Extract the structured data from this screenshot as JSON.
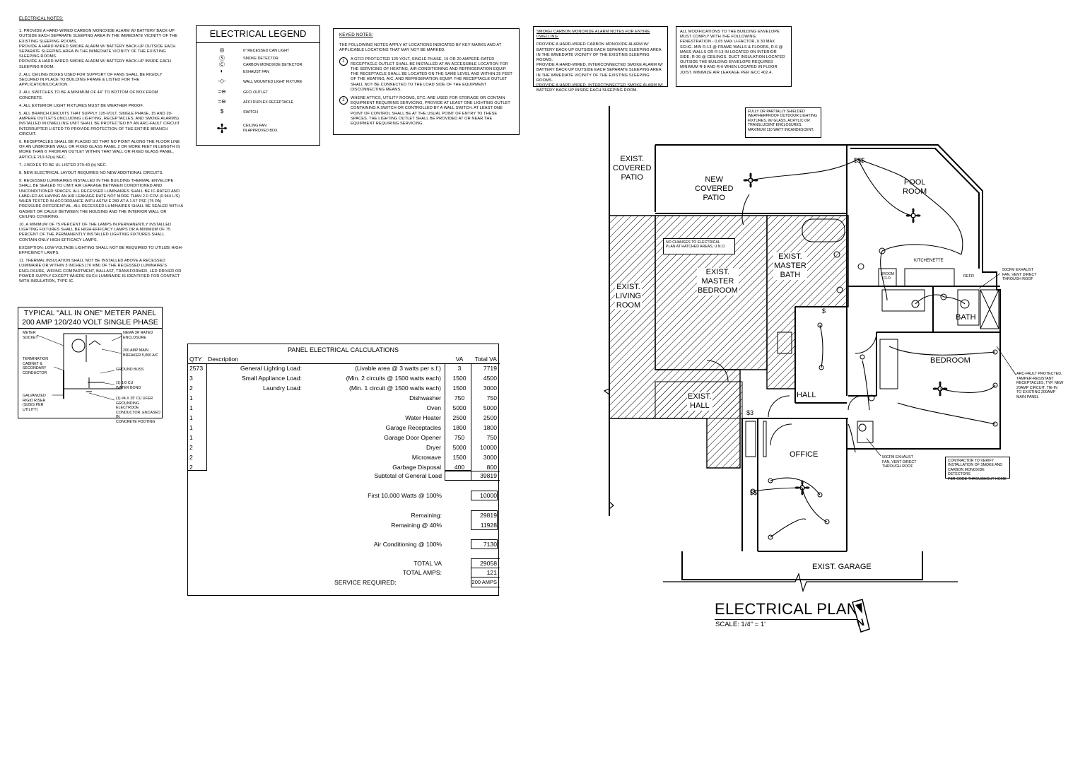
{
  "electrical_notes": {
    "header": "ELECTRICAL NOTES:",
    "items": [
      "1. PROVIDE A HARD-WIRED CARBON MONOXIDE ALARM W/ BATTERY BACK-UP OUTSIDE EACH SEPARATE SLEEPING AREA IN THE IMMEDIATE VICINITY OF THE EXISTING SLEEPING ROOMS.\nPROVIDE A HARD-WIRED SMOKE ALARM W/ BATTERY BACK-UP OUTSIDE EACH SEPARATE SLEEPING AREA IN THE IMMEDIATE VICINITY OF THE EXISTING SLEEPING ROOMS.\nPROVIDE A HARD-WIRED SMOKE ALARM W/ BATTERY BACK-UP INSIDE EACH SLEEPING ROOM.",
      "2. ALL CEILING BOXES USED FOR SUPPORT OF FANS SHALL BE RIGIDLY SECURED IN PLACE TO BUILDING FRAME & LISTED FOR THE APPLICATION/LOCATION.",
      "3. ALL SWITCHES TO BE A MINIMUM OF 44\" TO BOTTOM OF BOX FROM CONCRETE.",
      "4. ALL EXTERIOR LIGHT FIXTURES MUST BE WEATHER PROOF.",
      "5. ALL BRANCH CIRCUITS THAT SUPPLY 125-VOLT, SINGLE PHASE, 15 AND 20-AMPERE OUTLETS (INCLUDING LIGHTING, RECEPTACLES, AND SMOKE ALARMS) INSTALLED IN DWELLING UNIT SHALL BE PROTECTED BY AN ARC-FAULT CIRCUIT INTERRUPTER LISTED TO PROVIDE PROTECTION OF THE ENTIRE BRANCH CIRCUIT.",
      "6. RECEPTACLES SHALL BE PLACED SO THAT NO POINT ALONG THE FLOOR LINE OF AN UNBROKEN WALL OR FIXED GLASS PANEL 2 OR MORE FEET IN LENGTH IS MORE THAN 6' FROM AN OUTLET WITHIN THAT WALL OR FIXED GLASS PANEL, ARTICLE 210-52(a) NEC.",
      "7. J-BOXES TO BE UL LISTED 370-40 (b) NEC.",
      "8. NEW ELECTRICAL LAYOUT REQUIRES NO NEW ADDITIONAL CIRCUITS.",
      "9. RECESSED LUMINAIRES INSTALLED IN THE BUILDING THERMAL ENVELOPE SHALL BE SEALED TO LIMIT AIR LEAKAGE BETWEEN CONDITIONED AND UNCONDITIONED SPACES. ALL RECESSED LUMINAIRES SHALL BE IC-RATED AND LABELED AS HAVING AN AIR LEAKAGE RATE NOT MORE THAN 2.0 CFM (0.944 L/S) WHEN TESTED IN ACCORDANCE WITH ASTM E 283 AT A 1.57 PSF (75 PA) PRESSURE DIFFERENTIAL. ALL RECESSED LUMINAIRES SHALL BE SEALED WITH A GASKET OR CAULK BETWEEN THE HOUSING AND THE INTERIOR WALL OR CEILING COVERING.",
      "10. A MINIMUM OF 75 PERCENT OF THE LAMPS IN PERMANENTLY INSTALLED LIGHTING FIXTURES SHALL BE HIGH-EFFICACY LAMPS OR A MINIMUM OF 75 PERCENT OF THE PERMANENTLY INSTALLED LIGHTING FIXTURES SHALL CONTAIN ONLY HIGH-EFFICACY LAMPS.",
      "EXCEPTION: LOW-VOLTAGE LIGHTING SHALL NOT BE REQUIRED TO UTILIZE HIGH-EFFICIENCY LAMPS.",
      "11. THERMAL INSULATION SHALL NOT BE INSTALLED ABOVE A RECESSED LUMINAIRE OR WITHIN 3 INCHES (76 MM) OF THE RECESSED LUMINAIRE'S ENCLOSURE, WIRING COMPARTMENT, BALLAST, TRANSFORMER, LED DRIVER OR POWER SUPPLY EXCEPT WHERE SUCH LUMINAIRE IS IDENTIFIED FOR CONTACT WITH INSULATION, TYPE IC."
    ]
  },
  "legend": {
    "title": "ELECTRICAL LEGEND",
    "items": [
      {
        "symbol": "◎",
        "label": "6\" RECESSED CAN LIGHT"
      },
      {
        "symbol": "Ⓢ",
        "label": "SMOKE DETECTOR"
      },
      {
        "symbol": "Ⓒ",
        "label": "CARBON MONOXIDE DETECTOR"
      },
      {
        "symbol": "◐",
        "label": "EXHAUST FAN"
      },
      {
        "symbol": "-◇-",
        "label": "WALL MOUNTED LIGHT FIXTURE"
      },
      {
        "symbol": "=⊖",
        "label": "GFCI OUTLET"
      },
      {
        "symbol": "=⊖",
        "label": "AFCI DUPLEX RECEPTACLE"
      },
      {
        "symbol": "$",
        "label": "SWITCH"
      },
      {
        "symbol": "✢",
        "label": "CEILING FAN\nIN APPROVED BOX"
      }
    ]
  },
  "keyed_notes": {
    "header": "KEYED NOTES:",
    "intro": "THE FOLLOWING NOTES APPLY AT LOCATIONS INDICATED BY KEY MARKS AND AT APPLICABLE LOCATIONS THAT MAY NOT BE MARKED.",
    "items": [
      {
        "mark": "1",
        "text": "A GFCI PROTECTED 125-VOLT, SINGLE PHASE, 15 OR 20 AMPERE-RATED RECEPTACLE OUTLET SHALL BE INSTALLED AT AN ACCESSIBLE LOCATION FOR THE SERVICING OF HEATING, AIR-CONDITIONING AND REFRIGERATION EQUIP. THE RECEPTACLE SHALL BE LOCATED ON THE SAME LEVEL AND WITHIN 25 FEET OF THE HEATING, A/C, AND REFRIGERATION EQUIP. THE RECEPTACLE OUTLET SHALL NOT BE CONNECTED TO THE LOAD SIDE OF THE EQUIPMENT DISCONNECTING MEANS."
      },
      {
        "mark": "2",
        "text": "WHERE ATTICS, UTILITY ROOMS, ETC. ARE USED FOR STORAGE OR CONTAIN EQUIPMENT REQUIRING SERVICING, PROVIDE AT LEAST ONE LIGHTING OUTLET CONTAINING A SWITCH OR CONTROLLED BY A WALL SWITCH. AT LEAST ONE POINT OF CONTROL SHALL BE AT THE USUAL POINT OF ENTRY TO THESE SPACES. THE LIGHTING OUTLET SHALL BE PROVIDED AT OR NEAR THE EQUIPMENT REQUIRING SERVICING."
      }
    ]
  },
  "smoke_notes": {
    "header": "SMOKE/ CARBON MONOXIDE ALARM NOTES FOR ENTIRE DWELLING:",
    "text": "PROVIDE A HARD-WIRED CARBON MONOXIDE ALARM W/ BATTERY BACK-UP OUTSIDE EACH SEPARATE SLEEPING AREA IN THE IMMEDIATE VICINITY OF THE EXISTING SLEEPING ROOMS.\nPROVIDE A HARD-WIRED, INTERCONNECTED SMOKE ALARM W/ BATTERY BACK-UP OUTSIDE EACH SEPARATE SLEEPING AREA IN THE IMMEDIATE VICINITY OF THE EXISTING SLEEPING ROOMS.\nPROVIDE A HARD-WIRED, INTERCONNECTED SMOKE ALARM W/ BATTERY BACK-UP INSIDE EACH SLEEPING ROOM."
  },
  "envelope_note": "ALL MODIFICATIONS TO THE BUILDING ENVELOPE MUST COMPLY WITH THE FOLLOWING: FENESTRATION - 0.65 MAX U-FACTOR, 0.30 MAX SCHG. MIN R-13 @ FRAME WALLS & FLOORS, R-6 @ MASS WALLS OR R-13 IN LOCATED ON INTERIOR SIDE, R-30 @ CEILINGS. DUCT INSULATION LOCATED OUTSIDE THE BUILDING ENVELOPE REQUIRES MINIMUM R-8 AND R-6 WHEN LOCATED IN FLOOR JOIST. MINIMIZE AIR LEAKAGE PER IECC 402.4.",
  "meter_panel": {
    "title_1": "TYPICAL \"ALL IN ONE\" METER PANEL",
    "title_2": "200 AMP 120/240 VOLT SINGLE PHASE",
    "labels": {
      "meter": "METER\nSOCKET",
      "termination": "TERMINATION\nCABINET &\nSECONDARY\nCONDUCTOR",
      "riser": "GALVANIZED\nRIGID RISER\n(SIZES PER\nUTILITY)",
      "enclosure": "NEMA 3R RATED\nENCLOSURE",
      "breaker": "200 AMP MAIN\nBREAKER 5,000 A/C",
      "bus": "GROUND BUSS",
      "bond": "(1) 1/0 CU\nWATER BOND",
      "ufer": "(1) #4 X 25' CU UFER\nGROUNDING ELECTRODE\nCONDUCTOR, ENCASED IN\nCONCRETE FOOTING"
    }
  },
  "panel_calc": {
    "title": "PANEL ELECTRICAL CALCULATIONS",
    "headers": {
      "qty": "QTY",
      "desc": "Description",
      "va": "VA",
      "total": "Total VA"
    },
    "rows": [
      {
        "qty": "2573",
        "desc": "General Lighting Load:",
        "note": "(Livable area @ 3 watts per s.f.)",
        "va": "3",
        "total": "7719"
      },
      {
        "qty": "3",
        "desc": "Small Appliance Load:",
        "note": "(Min. 2 circuits @ 1500 watts each)",
        "va": "1500",
        "total": "4500"
      },
      {
        "qty": "2",
        "desc": "Laundry Load:",
        "note": "(Min. 1 circuit @ 1500 watts each)",
        "va": "1500",
        "total": "3000"
      },
      {
        "qty": "1",
        "desc": "",
        "note": "Dishwasher",
        "va": "750",
        "total": "750"
      },
      {
        "qty": "1",
        "desc": "",
        "note": "Oven",
        "va": "5000",
        "total": "5000"
      },
      {
        "qty": "1",
        "desc": "",
        "note": "Water Heater",
        "va": "2500",
        "total": "2500"
      },
      {
        "qty": "1",
        "desc": "",
        "note": "Garage Receptacles",
        "va": "1800",
        "total": "1800"
      },
      {
        "qty": "1",
        "desc": "",
        "note": "Garage Door Opener",
        "va": "750",
        "total": "750"
      },
      {
        "qty": "2",
        "desc": "",
        "note": "Dryer",
        "va": "5000",
        "total": "10000"
      },
      {
        "qty": "2",
        "desc": "",
        "note": "Microwave",
        "va": "1500",
        "total": "3000"
      },
      {
        "qty": "2",
        "desc": "",
        "note": "Garbage Disposal",
        "va": "400",
        "total": "800"
      }
    ],
    "subtotal_label": "Subtotal of General Load",
    "subtotal": "39819",
    "first_label": "First 10,000 Watts @ 100%",
    "first": "10000",
    "remaining_label": "Remaining:",
    "remaining": "29819",
    "remaining40_label": "Remaining @ 40%",
    "remaining40": "11928",
    "ac_label": "Air Conditioning @ 100%",
    "ac": "7130",
    "total_va_label": "TOTAL VA",
    "total_va": "29058",
    "total_amps_label": "TOTAL AMPS:",
    "total_amps": "121",
    "service_label": "SERVICE REQUIRED:",
    "service": "200 AMPS"
  },
  "plan": {
    "title": "ELECTRICAL PLAN",
    "scale": "SCALE: 1/4\" = 1'",
    "rooms": {
      "exist_covered_patio": "EXIST.\nCOVERED\nPATIO",
      "new_covered_patio": "NEW\nCOVERED\nPATIO",
      "pool_room": "POOL\nROOM",
      "exist_living_room": "EXIST.\nLIVING\nROOM",
      "exist_master_bedroom": "EXIST.\nMASTER\nBEDROOM",
      "exist_master_bath": "EXIST.\nMASTER\nBATH",
      "kitchenette": "KITCHENETTE",
      "broom_clo": "BROOM\nCLO.",
      "refr": "REFR",
      "bath": "BATH",
      "bedroom": "BEDROOM",
      "hall": "HALL",
      "exist_hall": "EXIST.\nHALL",
      "office": "OFFICE",
      "exist_garage": "EXIST. GARAGE"
    },
    "callouts": {
      "outdoor_lighting": "FULLY OR PARTIALLY SHIELDED\nWEATHERPROOF OUTDOOR LIGHTING\nFIXTURES, W/ GLASS, ACRYLIC OR\nTRANSLUCENT ENCLOSURES.\nMAXIMUM 110 WATT INCANDESCENT.",
      "no_changes": "NO CHANGES TO ELECTRICAL\nPLAN AT HATCHED AREAS, U.N.O.",
      "exhaust_bath": "50CFM EXHAUST\nFAN, VENT DIRECT\nTHROUGH ROOF",
      "exhaust_hall": "50CFM EXHAUST\nFAN, VENT DIRECT\nTHROUGH ROOF",
      "arc_fault": "ARC-FAULT PROTECTED,\nTAMPER-RESISTANT\nRECEPTACLES, TYP. NEW\n20AMP CIRCUIT, TIE-IN\nTO EXISTING 200AMP\nMAIN PANEL",
      "contractor": "CONTRACTOR TO VERIFY\nINSTALLATION OF SMOKE AND\nCARBON MONOXIDE DETECTORS\nPER CODE THROUGHOUT HOME"
    }
  }
}
